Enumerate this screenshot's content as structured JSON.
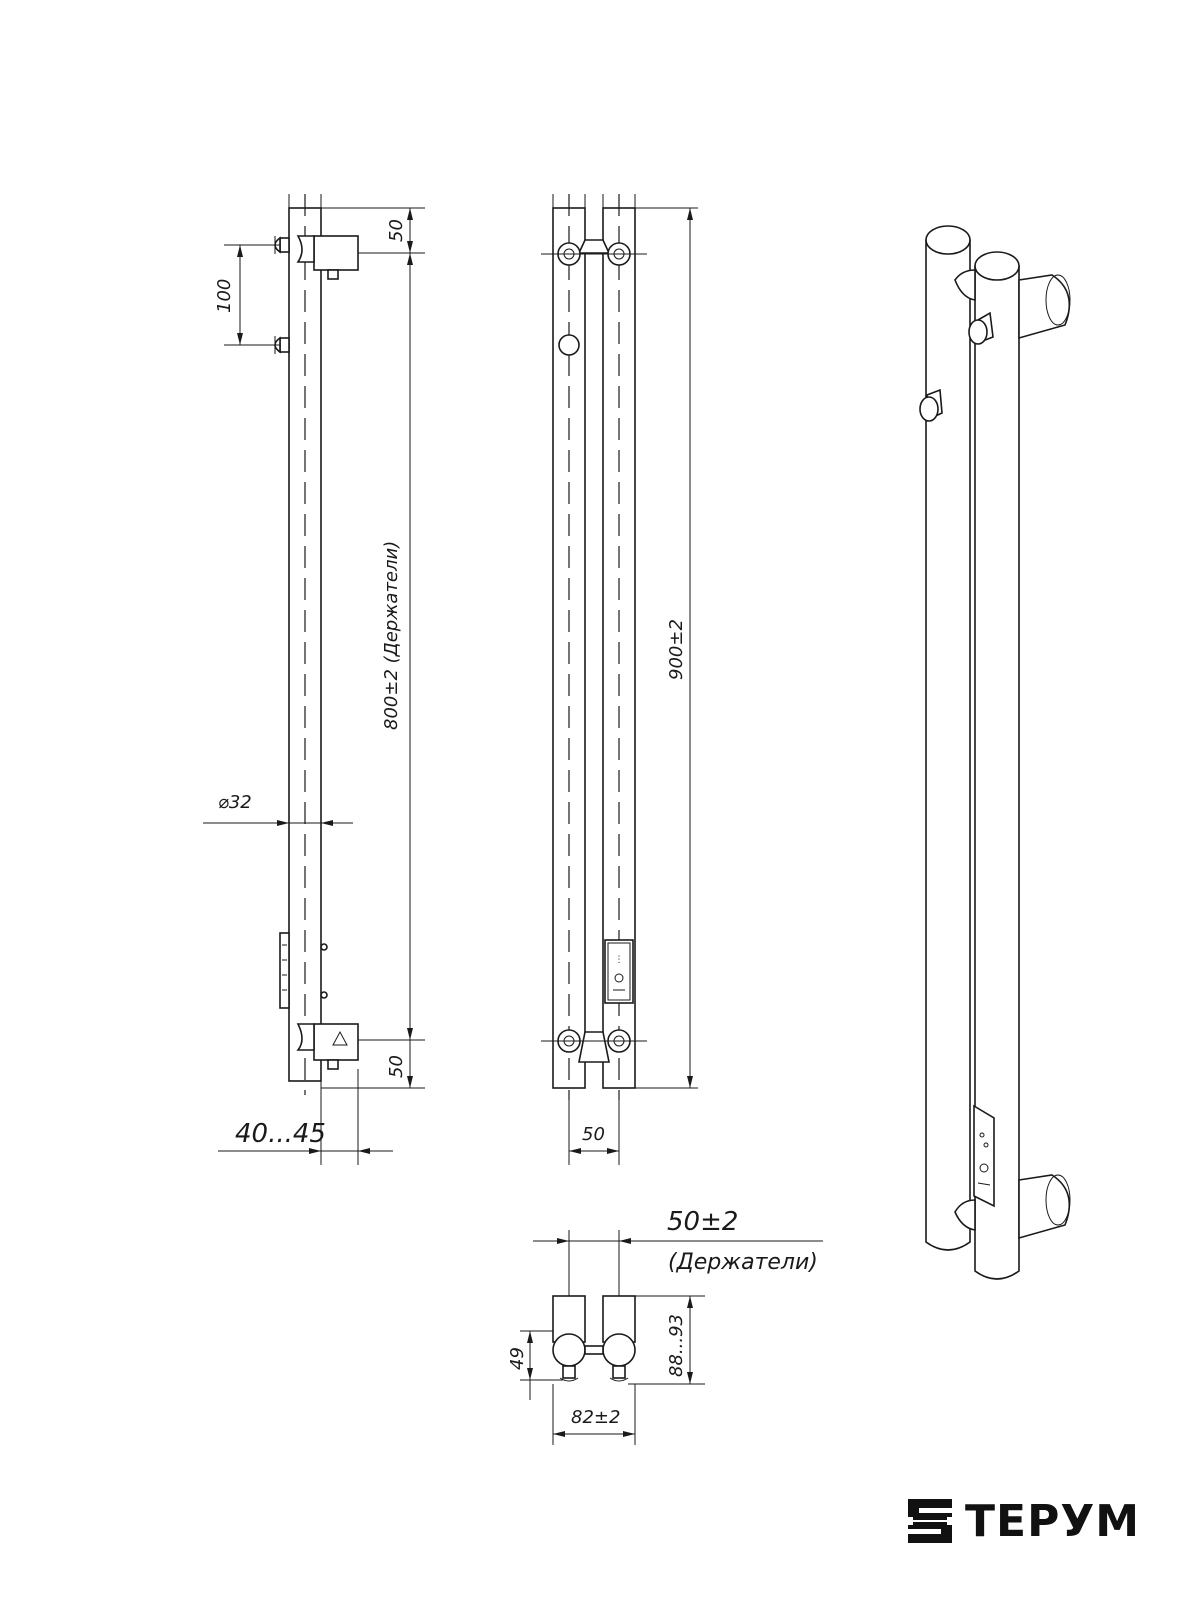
{
  "dimensions": {
    "holder_offset_top": "50",
    "holder_offset_bottom": "50",
    "mount_spacing": "100",
    "holder_span": "800±2 (Держатели)",
    "diameter": "⌀32",
    "wall_gap": "40...45",
    "total_length": "900±2",
    "pipe_spacing": "50",
    "holders_spacing_value": "50±2",
    "holders_spacing_note": "(Держатели)",
    "depth_center": "49",
    "depth_total": "88...93",
    "width_total": "82±2"
  },
  "brand": {
    "name": "ТЕРУМ",
    "logo_icon": "terum-logo-icon"
  }
}
